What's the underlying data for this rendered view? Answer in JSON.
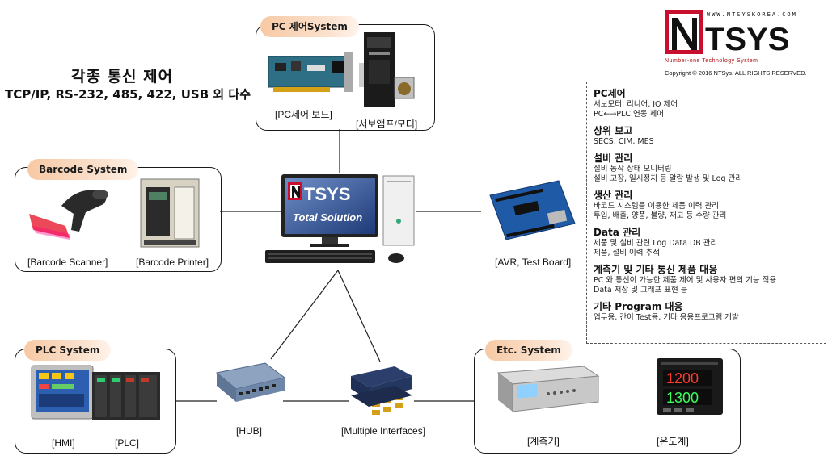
{
  "title": {
    "line1": "각종 통신 제어",
    "line2": "TCP/IP, RS-232, 485, 422, USB 외 다수"
  },
  "logo": {
    "url": "WWW.NTSYSKOREA.COM",
    "wordmark": "TSYS",
    "tagline": "Number-one Technology System",
    "copyright": "Copyright © 2016 NTSys. ALL RIGHTS RESERVED."
  },
  "center": {
    "monitor_logo": "TSYS",
    "monitor_text": "Total Solution"
  },
  "groups": {
    "pc": {
      "tag": "PC 제어System",
      "cap1": "[PC제어 보드]",
      "cap2": "[서보앰프/모터]"
    },
    "barcode": {
      "tag": "Barcode System",
      "cap1": "[Barcode Scanner]",
      "cap2": "[Barcode Printer]"
    },
    "plc": {
      "tag": "PLC System",
      "cap1": "[HMI]",
      "cap2": "[PLC]"
    },
    "etc": {
      "tag": "Etc. System",
      "cap1": "[계측기]",
      "cap2": "[온도계]"
    },
    "avr": {
      "cap": "[AVR, Test Board]"
    },
    "hub": {
      "cap": "[HUB]"
    },
    "multi": {
      "cap": "[Multiple Interfaces]"
    }
  },
  "features": [
    {
      "heading": "PC제어",
      "lines": [
        "서보모터, 리니어, IO 제어",
        "PC←→PLC 연동 제어"
      ]
    },
    {
      "heading": "상위 보고",
      "lines": [
        "SECS, CIM, MES"
      ]
    },
    {
      "heading": "설비 관리",
      "lines": [
        "설비 동작 상태 모니터링",
        "설비 고장, 일시정지 등 알람 발생 및 Log 관리"
      ]
    },
    {
      "heading": "생산 관리",
      "lines": [
        "바코드 시스템을 이용한 제품 이력 관리",
        "투입, 배출, 양품, 불량, 재고 등 수량 관리"
      ]
    },
    {
      "heading": "Data 관리",
      "lines": [
        "제품 및 설비 관련 Log Data DB 관리",
        "제품, 설비 이력 추적"
      ]
    },
    {
      "heading": "계측기 및 기타 통신 제품 대응",
      "lines": [
        "PC 와 통신이 가능한 제품 제어 및 사용자 편의 기능 적용",
        "Data 저장 및 그래프 표현 등"
      ]
    },
    {
      "heading": "기타 Program 대응",
      "lines": [
        "업무용, 간이 Test용, 기타 응용프로그램 개발"
      ]
    }
  ],
  "devices": {
    "thermo_top": "1200",
    "thermo_bottom": "1300"
  },
  "colors": {
    "accent": "#c8102e",
    "tag_start": "#f7c9a4",
    "navy": "#1f2f6b"
  }
}
